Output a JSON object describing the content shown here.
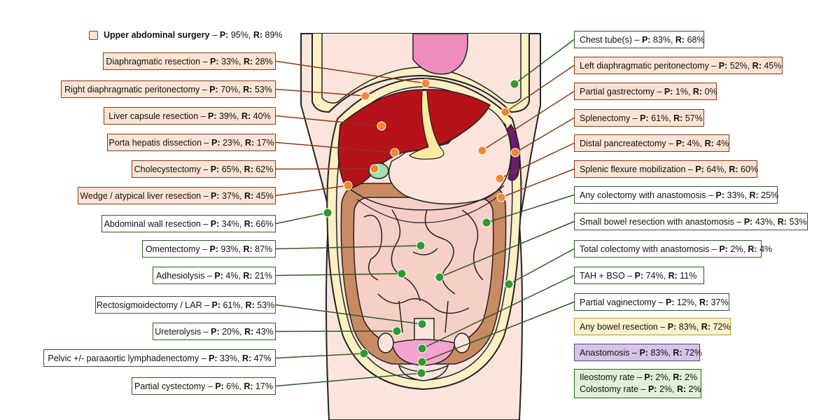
{
  "legend": {
    "title": "Upper abdominal surgery",
    "p": "95%",
    "r": "89%"
  },
  "dash": "–",
  "p_label": "P:",
  "r_label": "R:",
  "left_labels": [
    {
      "name": "Diaphragmatic resection",
      "p": "33%",
      "r": "28%",
      "group": "upper"
    },
    {
      "name": "Right diaphragmatic peritonectomy",
      "p": "70%",
      "r": "53%",
      "group": "upper"
    },
    {
      "name": "Liver capsule resection",
      "p": "39%",
      "r": "40%",
      "group": "upper"
    },
    {
      "name": "Porta hepatis dissection",
      "p": "23%",
      "r": "17%",
      "group": "upper"
    },
    {
      "name": "Cholecystectomy",
      "p": "65%",
      "r": "62%",
      "group": "upper"
    },
    {
      "name": "Wedge / atypical liver resection",
      "p": "37%",
      "r": "45%",
      "group": "upper"
    },
    {
      "name": "Abdominal wall resection",
      "p": "34%",
      "r": "66%",
      "group": "other"
    },
    {
      "name": "Omentectomy",
      "p": "93%",
      "r": "87%",
      "group": "other"
    },
    {
      "name": "Adhesiolysis",
      "p": "4%",
      "r": "21%",
      "group": "other"
    },
    {
      "name": "Rectosigmoidectomy / LAR",
      "p": "61%",
      "r": "53%",
      "group": "other"
    },
    {
      "name": "Ureterolysis",
      "p": "20%",
      "r": "43%",
      "group": "other"
    },
    {
      "name": "Pelvic +/- paraaortic lymphadenectomy",
      "p": "33%",
      "r": "47%",
      "group": "other"
    },
    {
      "name": "Partial cystectomy",
      "p": "6%",
      "r": "17%",
      "group": "other"
    }
  ],
  "right_labels": [
    {
      "name": "Chest tube(s)",
      "p": "83%",
      "r": "68%",
      "group": "other"
    },
    {
      "name": "Left diaphragmatic peritonectomy",
      "p": "52%",
      "r": "45%",
      "group": "upper"
    },
    {
      "name": "Partial gastrectomy",
      "p": "1%",
      "r": "0%",
      "group": "upper"
    },
    {
      "name": "Splenectomy",
      "p": "61%",
      "r": "57%",
      "group": "upper"
    },
    {
      "name": "Distal pancreatectomy",
      "p": "4%",
      "r": "4%",
      "group": "upper"
    },
    {
      "name": "Splenic flexure mobilization",
      "p": "64%",
      "r": "60%",
      "group": "upper"
    },
    {
      "name": "Any colectomy with anastomosis",
      "p": "33%",
      "r": "25%",
      "group": "other"
    },
    {
      "name": "Small bowel resection with anastomosis",
      "p": "43%",
      "r": "53%",
      "group": "other"
    },
    {
      "name": "Total colectomy with anastomosis",
      "p": "2%",
      "r": "4%",
      "group": "other"
    },
    {
      "name": "TAH + BSO",
      "p": "74%",
      "r": "11%",
      "group": "other"
    },
    {
      "name": "Partial vaginectomy",
      "p": "12%",
      "r": "37%",
      "group": "other"
    },
    {
      "name": "Any bowel resection",
      "p": "83%",
      "r": "72%",
      "group": "bowel"
    },
    {
      "name": "Anastomosis",
      "p": "83%",
      "r": "72%",
      "group": "anastomosis"
    }
  ],
  "stoma": [
    {
      "name": "Ileostomy rate",
      "p": "2%",
      "r": "2%"
    },
    {
      "name": "Colostomy rate",
      "p": "2%",
      "r": "2%"
    }
  ],
  "colors": {
    "upper_fill": "#fbe4d5",
    "upper_border": "#8a3a12",
    "other_border": "#2e5a1e",
    "bowel_fill": "#fff2cc",
    "anastomosis_fill": "#d6c4e8",
    "stoma_fill": "#e2efda",
    "orange_dot": "#f0892e",
    "green_dot": "#2e9a2e",
    "liver": "#b5121b",
    "skin": "#fbe4dc",
    "bowel": "#f6cfc6",
    "colon_edge": "#c47b52",
    "wall": "#fdf0c2"
  }
}
